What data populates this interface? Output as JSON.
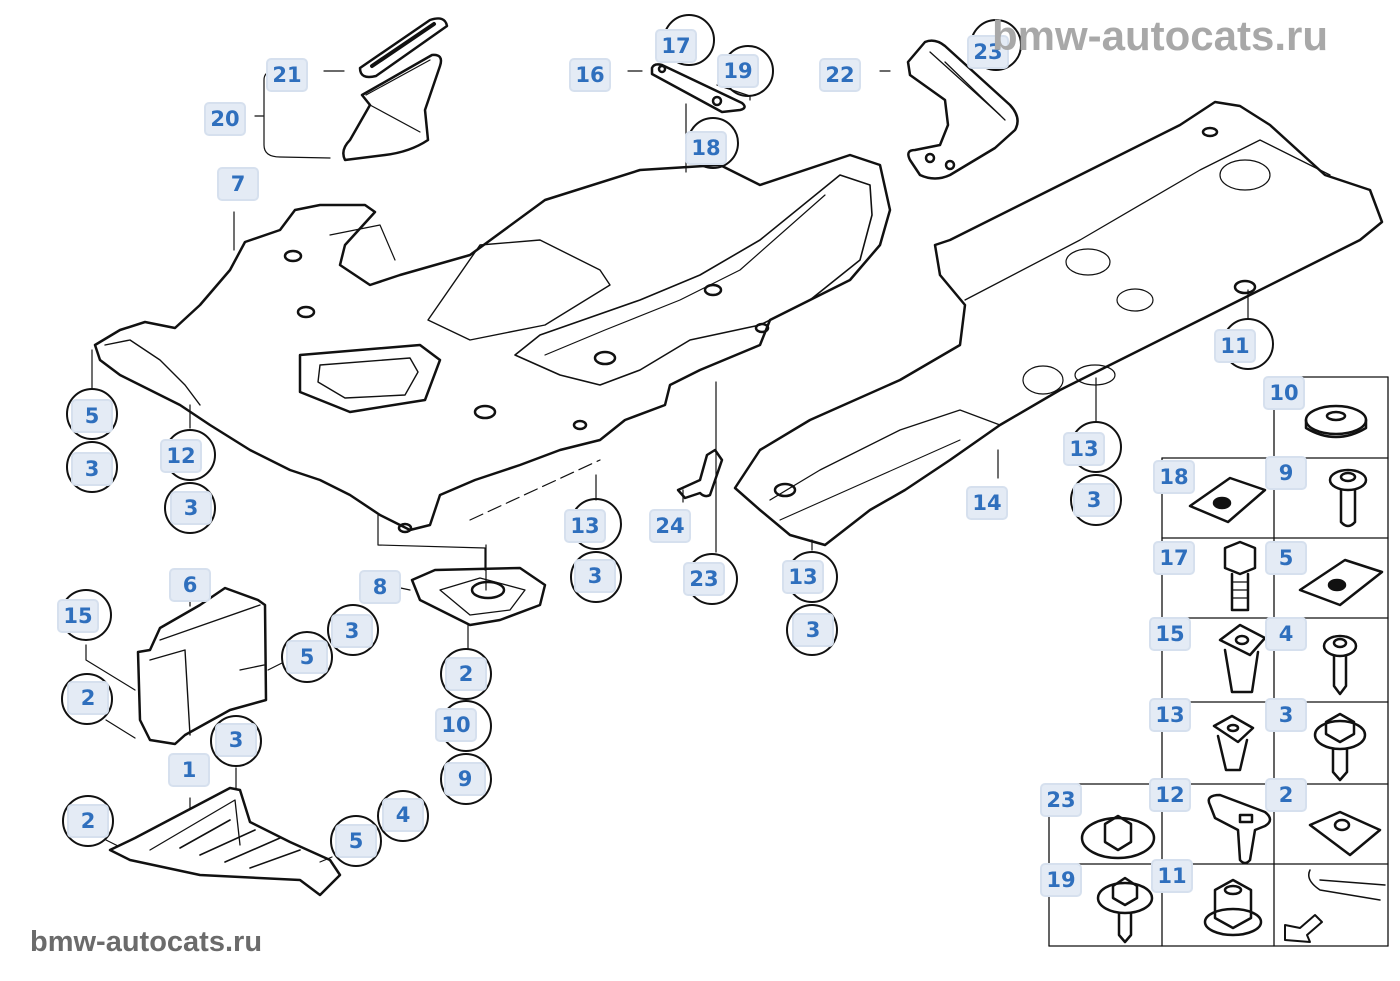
{
  "watermarks": {
    "top_right": "bmw-autocats.ru",
    "bottom_left": "bmw-autocats.ru"
  },
  "diagram": {
    "type": "exploded parts diagram",
    "subject": "Underbody protection / engine compartment shielding",
    "callouts": [
      {
        "id": "c21",
        "label": "21"
      },
      {
        "id": "c20",
        "label": "20"
      },
      {
        "id": "c7",
        "label": "7"
      },
      {
        "id": "c16",
        "label": "16"
      },
      {
        "id": "c17",
        "label": "17"
      },
      {
        "id": "c19",
        "label": "19"
      },
      {
        "id": "c18",
        "label": "18"
      },
      {
        "id": "c22",
        "label": "22"
      },
      {
        "id": "c23a",
        "label": "23"
      },
      {
        "id": "c11",
        "label": "11"
      },
      {
        "id": "c5a",
        "label": "5"
      },
      {
        "id": "c3a",
        "label": "3"
      },
      {
        "id": "c12",
        "label": "12"
      },
      {
        "id": "c3b",
        "label": "3"
      },
      {
        "id": "c13a",
        "label": "13"
      },
      {
        "id": "c3c",
        "label": "3"
      },
      {
        "id": "c24",
        "label": "24"
      },
      {
        "id": "c23b",
        "label": "23"
      },
      {
        "id": "c13b",
        "label": "13"
      },
      {
        "id": "c3d",
        "label": "3"
      },
      {
        "id": "c14",
        "label": "14"
      },
      {
        "id": "c13c",
        "label": "13"
      },
      {
        "id": "c3e",
        "label": "3"
      },
      {
        "id": "c8",
        "label": "8"
      },
      {
        "id": "c6",
        "label": "6"
      },
      {
        "id": "c15",
        "label": "15"
      },
      {
        "id": "c3f",
        "label": "3"
      },
      {
        "id": "c5b",
        "label": "5"
      },
      {
        "id": "c2a",
        "label": "2"
      },
      {
        "id": "c2b",
        "label": "2"
      },
      {
        "id": "c10",
        "label": "10"
      },
      {
        "id": "c9",
        "label": "9"
      },
      {
        "id": "c3g",
        "label": "3"
      },
      {
        "id": "c1",
        "label": "1"
      },
      {
        "id": "c2c",
        "label": "2"
      },
      {
        "id": "c4",
        "label": "4"
      },
      {
        "id": "c5c",
        "label": "5"
      }
    ],
    "fastener_legend": [
      {
        "label": "10",
        "icon": "washer"
      },
      {
        "label": "18",
        "icon": "spring-nut-clip"
      },
      {
        "label": "9",
        "icon": "torx-screw"
      },
      {
        "label": "17",
        "icon": "hex-bolt"
      },
      {
        "label": "5",
        "icon": "spring-nut-clip"
      },
      {
        "label": "15",
        "icon": "expansion-nut"
      },
      {
        "label": "4",
        "icon": "torx-tapping-screw"
      },
      {
        "label": "13",
        "icon": "expansion-nut"
      },
      {
        "label": "3",
        "icon": "hex-collar-tapping-screw"
      },
      {
        "label": "23",
        "icon": "hex-nut-with-washer"
      },
      {
        "label": "12",
        "icon": "plastic-nut-clip"
      },
      {
        "label": "2",
        "icon": "speed-nut"
      },
      {
        "label": "19",
        "icon": "hex-collar-tapping-screw"
      },
      {
        "label": "11",
        "icon": "hex-collar-nut"
      },
      {
        "label": "",
        "icon": "vehicle-front-direction-arrow"
      }
    ]
  }
}
